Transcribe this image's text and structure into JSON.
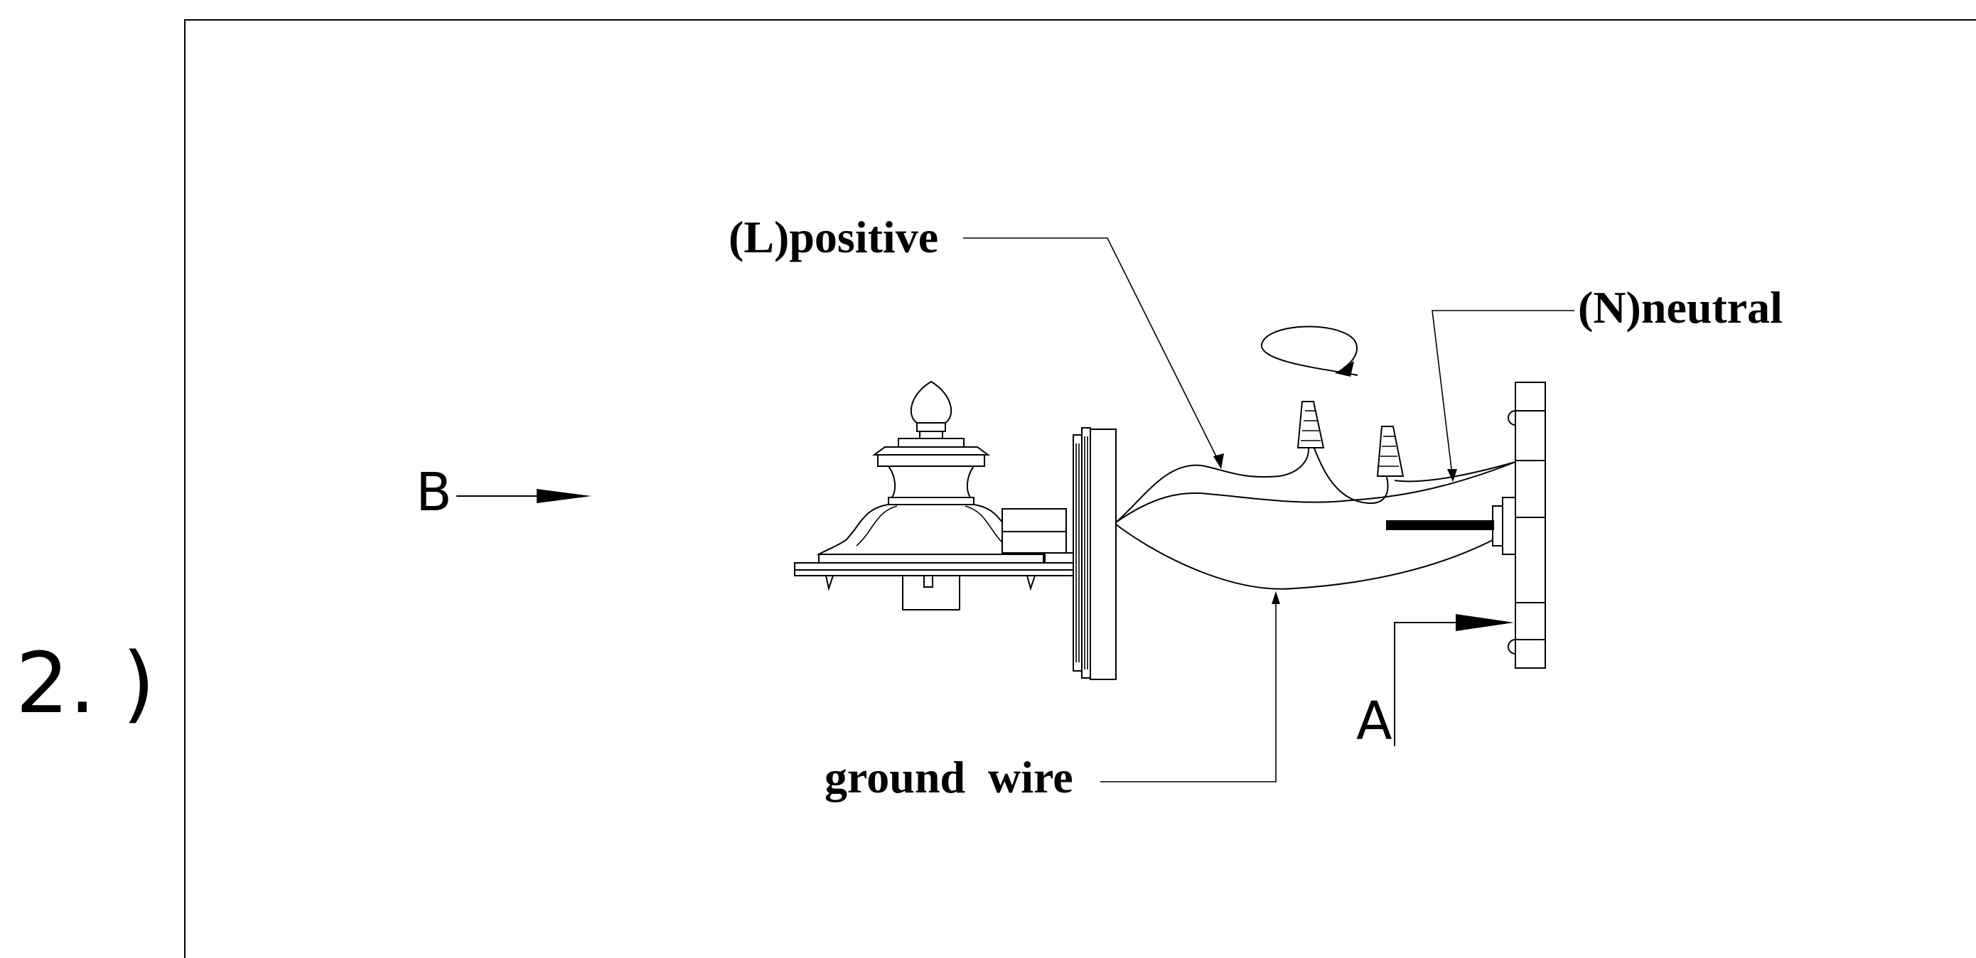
{
  "step_label": "2. )",
  "labels": {
    "positive": "(L)positive",
    "neutral": "(N)neutral",
    "ground": "ground  wire",
    "arrow_a": "A",
    "arrow_b": "B"
  }
}
